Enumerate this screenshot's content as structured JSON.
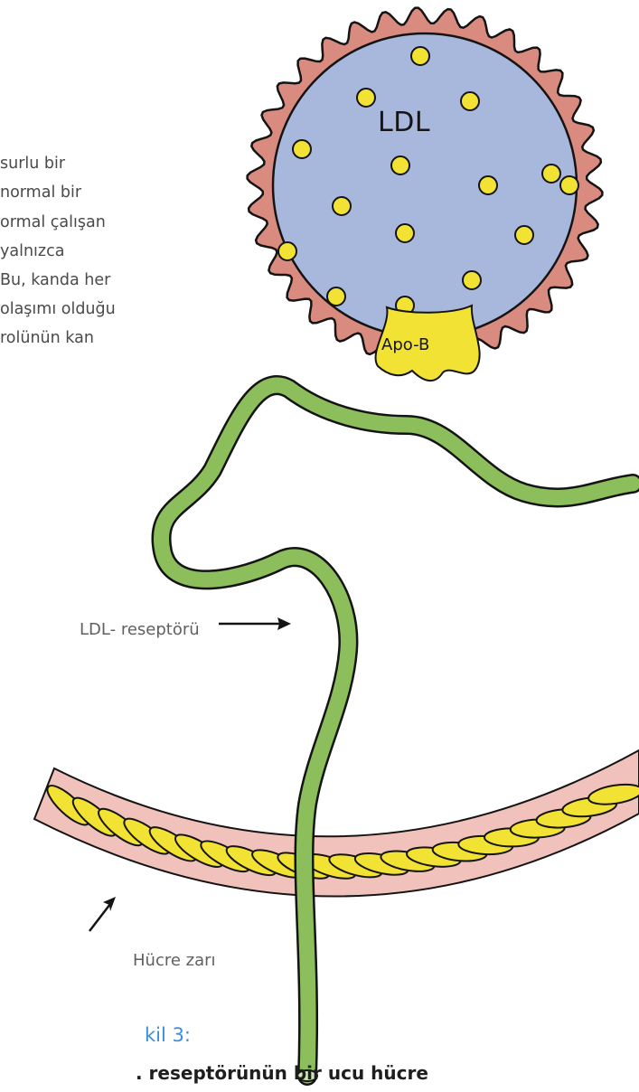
{
  "paragraph": {
    "lines": [
      "surlu bir",
      "normal bir",
      "ormal çalışan",
      "yalnızca",
      "Bu, kanda her",
      "olaşımı olduğu",
      "rolünün kan"
    ]
  },
  "diagram": {
    "particle_label": "LDL",
    "apo_label": "Apo-B",
    "receptor_label": "LDL- reseptörü",
    "membrane_label": "Hücre zarı"
  },
  "caption": {
    "title": "kil 3:",
    "text": ". reseptörünün bir ucu hücre"
  },
  "colors": {
    "particle_fill": "#a8b8dc",
    "coat_fill": "#d98b80",
    "membrane_fill": "#f1c2bb",
    "yellow": "#f2e233",
    "receptor_green": "#8cbf5c",
    "caption_blue": "#3a8fd8",
    "outline": "#141414"
  },
  "icons": [
    "arrow-right-icon",
    "arrow-up-right-icon"
  ]
}
